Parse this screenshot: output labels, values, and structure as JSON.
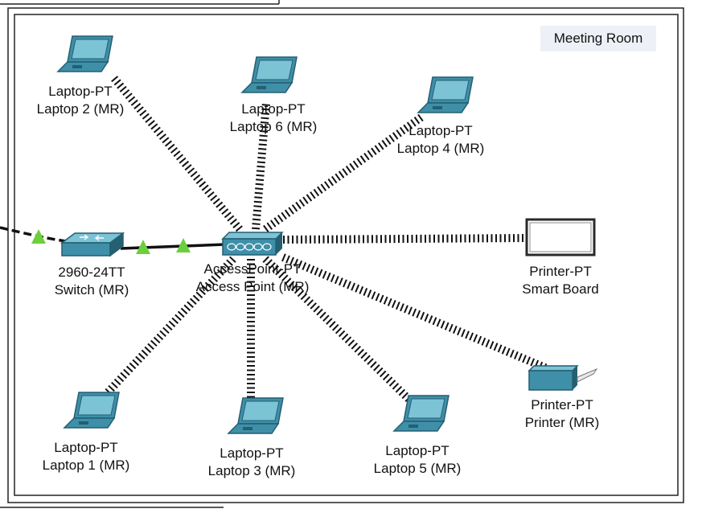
{
  "room": {
    "label": "Meeting Room"
  },
  "colors": {
    "device_fill": "#3f8fa8",
    "device_dark": "#245f72",
    "device_light": "#7cc3d6",
    "link_green": "#6ccf3c",
    "cable": "#111111"
  },
  "devices": [
    {
      "id": "laptop2",
      "icon": "laptop-icon",
      "model": "Laptop-PT",
      "name": "Laptop 2 (MR)"
    },
    {
      "id": "laptop6",
      "icon": "laptop-icon",
      "model": "Laptop-PT",
      "name": "Laptop 6 (MR)"
    },
    {
      "id": "laptop4",
      "icon": "laptop-icon",
      "model": "Laptop-PT",
      "name": "Laptop 4 (MR)"
    },
    {
      "id": "switch",
      "icon": "switch-icon",
      "model": "2960-24TT",
      "name": "Switch (MR)"
    },
    {
      "id": "ap",
      "icon": "access-point-icon",
      "model": "AccessPoint-PT",
      "name": "Access Point (MR)"
    },
    {
      "id": "smartboard",
      "icon": "smart-board-icon",
      "model": "Printer-PT",
      "name": "Smart Board"
    },
    {
      "id": "laptop1",
      "icon": "laptop-icon",
      "model": "Laptop-PT",
      "name": "Laptop 1 (MR)"
    },
    {
      "id": "laptop3",
      "icon": "laptop-icon",
      "model": "Laptop-PT",
      "name": "Laptop 3 (MR)"
    },
    {
      "id": "laptop5",
      "icon": "laptop-icon",
      "model": "Laptop-PT",
      "name": "Laptop 5 (MR)"
    },
    {
      "id": "printer",
      "icon": "printer-icon",
      "model": "Printer-PT",
      "name": "Printer (MR)"
    }
  ],
  "links": [
    {
      "from": "ap",
      "to": "laptop2",
      "type": "wireless"
    },
    {
      "from": "ap",
      "to": "laptop6",
      "type": "wireless"
    },
    {
      "from": "ap",
      "to": "laptop4",
      "type": "wireless"
    },
    {
      "from": "ap",
      "to": "smartboard",
      "type": "wireless"
    },
    {
      "from": "ap",
      "to": "printer",
      "type": "wireless"
    },
    {
      "from": "ap",
      "to": "laptop5",
      "type": "wireless"
    },
    {
      "from": "ap",
      "to": "laptop3",
      "type": "wireless"
    },
    {
      "from": "ap",
      "to": "laptop1",
      "type": "wireless"
    },
    {
      "from": "switch",
      "to": "ap",
      "type": "ethernet"
    },
    {
      "from": "switch",
      "to": "offscreen",
      "type": "crossover"
    }
  ]
}
